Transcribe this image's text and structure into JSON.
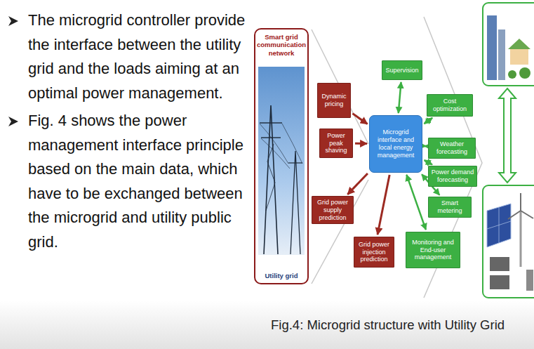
{
  "diagram": {
    "caption": "Fig.4: Microgrid structure with Utility Grid",
    "nodes": [
      {
        "text": [
          "Smart grid communication network",
          "Utility grid"
        ]
      },
      {
        "text": [
          "Dynamic pricing"
        ]
      },
      {
        "text": [
          "Power peak shaving"
        ]
      },
      {
        "text": [
          "Grid power supply prediction"
        ]
      },
      {
        "text": [
          "Grid power injection prediction"
        ]
      },
      {
        "text": [
          "Microgrid interface and local energy management"
        ]
      },
      {
        "text": [
          "Supervision"
        ]
      },
      {
        "text": [
          "Cost optimization"
        ]
      },
      {
        "text": [
          "Weather forecasting"
        ]
      },
      {
        "text": [
          "Power demand forecasting"
        ]
      },
      {
        "text": [
          "Smart metering"
        ]
      },
      {
        "text": [
          "Monitoring and End-user management"
        ]
      }
    ],
    "edges": [
      {
        "from": 1,
        "to": 5,
        "arrow": "to"
      },
      {
        "from": 2,
        "to": 5,
        "arrow": "to"
      },
      {
        "from": 5,
        "to": 3,
        "arrow": "to"
      },
      {
        "from": 5,
        "to": 4,
        "arrow": "to"
      },
      {
        "from": 6,
        "to": 5,
        "arrow": "both"
      },
      {
        "from": 7,
        "to": 5,
        "arrow": "both"
      },
      {
        "from": 8,
        "to": 5,
        "arrow": "both"
      },
      {
        "from": 9,
        "to": 5,
        "arrow": "both"
      },
      {
        "from": 10,
        "to": 5,
        "arrow": "both"
      },
      {
        "from": 11,
        "to": 5,
        "arrow": "both"
      }
    ],
    "labels": [
      "The microgrid controller provide the interface between the utility grid and the loads aiming at an optimal power management.",
      "Fig. 4 shows the power management interface principle based on the main data, which have to be exchanged between the microgrid and utility public grid."
    ]
  }
}
